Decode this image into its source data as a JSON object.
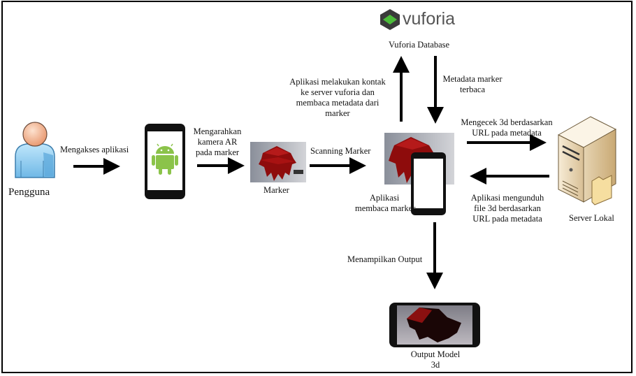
{
  "diagram": {
    "type": "ar-system-flow",
    "nodes": {
      "user": {
        "label": "Pengguna",
        "icon": "user-icon"
      },
      "android_phone": {
        "icon": "android-phone-icon"
      },
      "marker": {
        "label": "Marker",
        "icon": "marker-image"
      },
      "app": {
        "label_line1": "Aplikasi",
        "label_line2": "membaca marker",
        "icon": "phone-over-marker-icon"
      },
      "vuforia": {
        "brand": "vuforia",
        "label": "Vuforia Database",
        "icon": "vuforia-logo-icon"
      },
      "server": {
        "label": "Server Lokal",
        "icon": "server-icon"
      },
      "output": {
        "label_line1": "Output Model",
        "label_line2": "3d",
        "icon": "landscape-phone-output-icon"
      }
    },
    "edges": {
      "user_to_app": {
        "label": "Mengakses aplikasi"
      },
      "phone_to_marker": {
        "line1": "Mengarahkan",
        "line2": "kamera AR",
        "line3": "pada marker"
      },
      "marker_to_app": {
        "label": "Scanning Marker"
      },
      "app_to_vuforia": {
        "line1": "Aplikasi melakukan kontak",
        "line2": "ke server vuforia dan",
        "line3": "membaca metadata dari",
        "line4": "marker"
      },
      "vuforia_to_app": {
        "line1": "Metadata marker",
        "line2": "terbaca"
      },
      "app_to_server": {
        "line1": "Mengecek 3d berdasarkan",
        "line2": "URL pada metadata"
      },
      "server_to_app": {
        "line1": "Aplikasi mengunduh",
        "line2": "file 3d berdasarkan",
        "line3": "URL pada metadata"
      },
      "app_to_output": {
        "label": "Menampilkan Output"
      }
    }
  }
}
